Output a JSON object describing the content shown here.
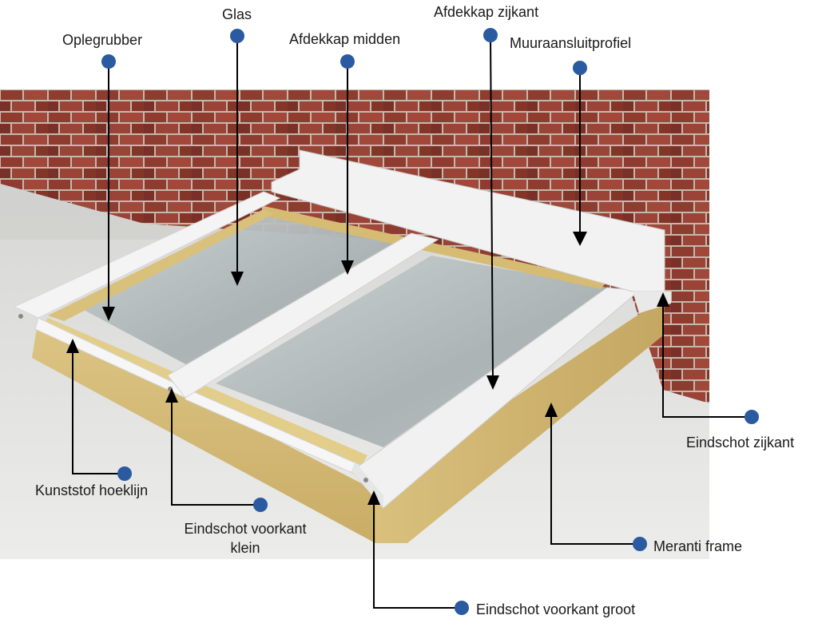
{
  "labels": {
    "oplegrubber": "Oplegrubber",
    "glas": "Glas",
    "afdekkap_midden": "Afdekkap midden",
    "afdekkap_zijkant": "Afdekkap zijkant",
    "muuraansluitprofiel": "Muuraansluitprofiel",
    "eindschot_zijkant": "Eindschot zijkant",
    "meranti_frame": "Meranti frame",
    "eindschot_voorkant_groot": "Eindschot voorkant groot",
    "eindschot_voorkant_klein_line1": "Eindschot voorkant",
    "eindschot_voorkant_klein_line2": "klein",
    "kunststof_hoeklijn": "Kunststof hoeklijn"
  },
  "colors": {
    "callout_dot": "#2a5aa0",
    "leader_line": "#000000",
    "brick": "#8e3b2f",
    "mortar": "#c9bfb4",
    "meranti": "#d8bf7c",
    "profile_white": "#f2f2f2",
    "glass": "#b9c2c4",
    "floor": "#e3e3e1"
  }
}
